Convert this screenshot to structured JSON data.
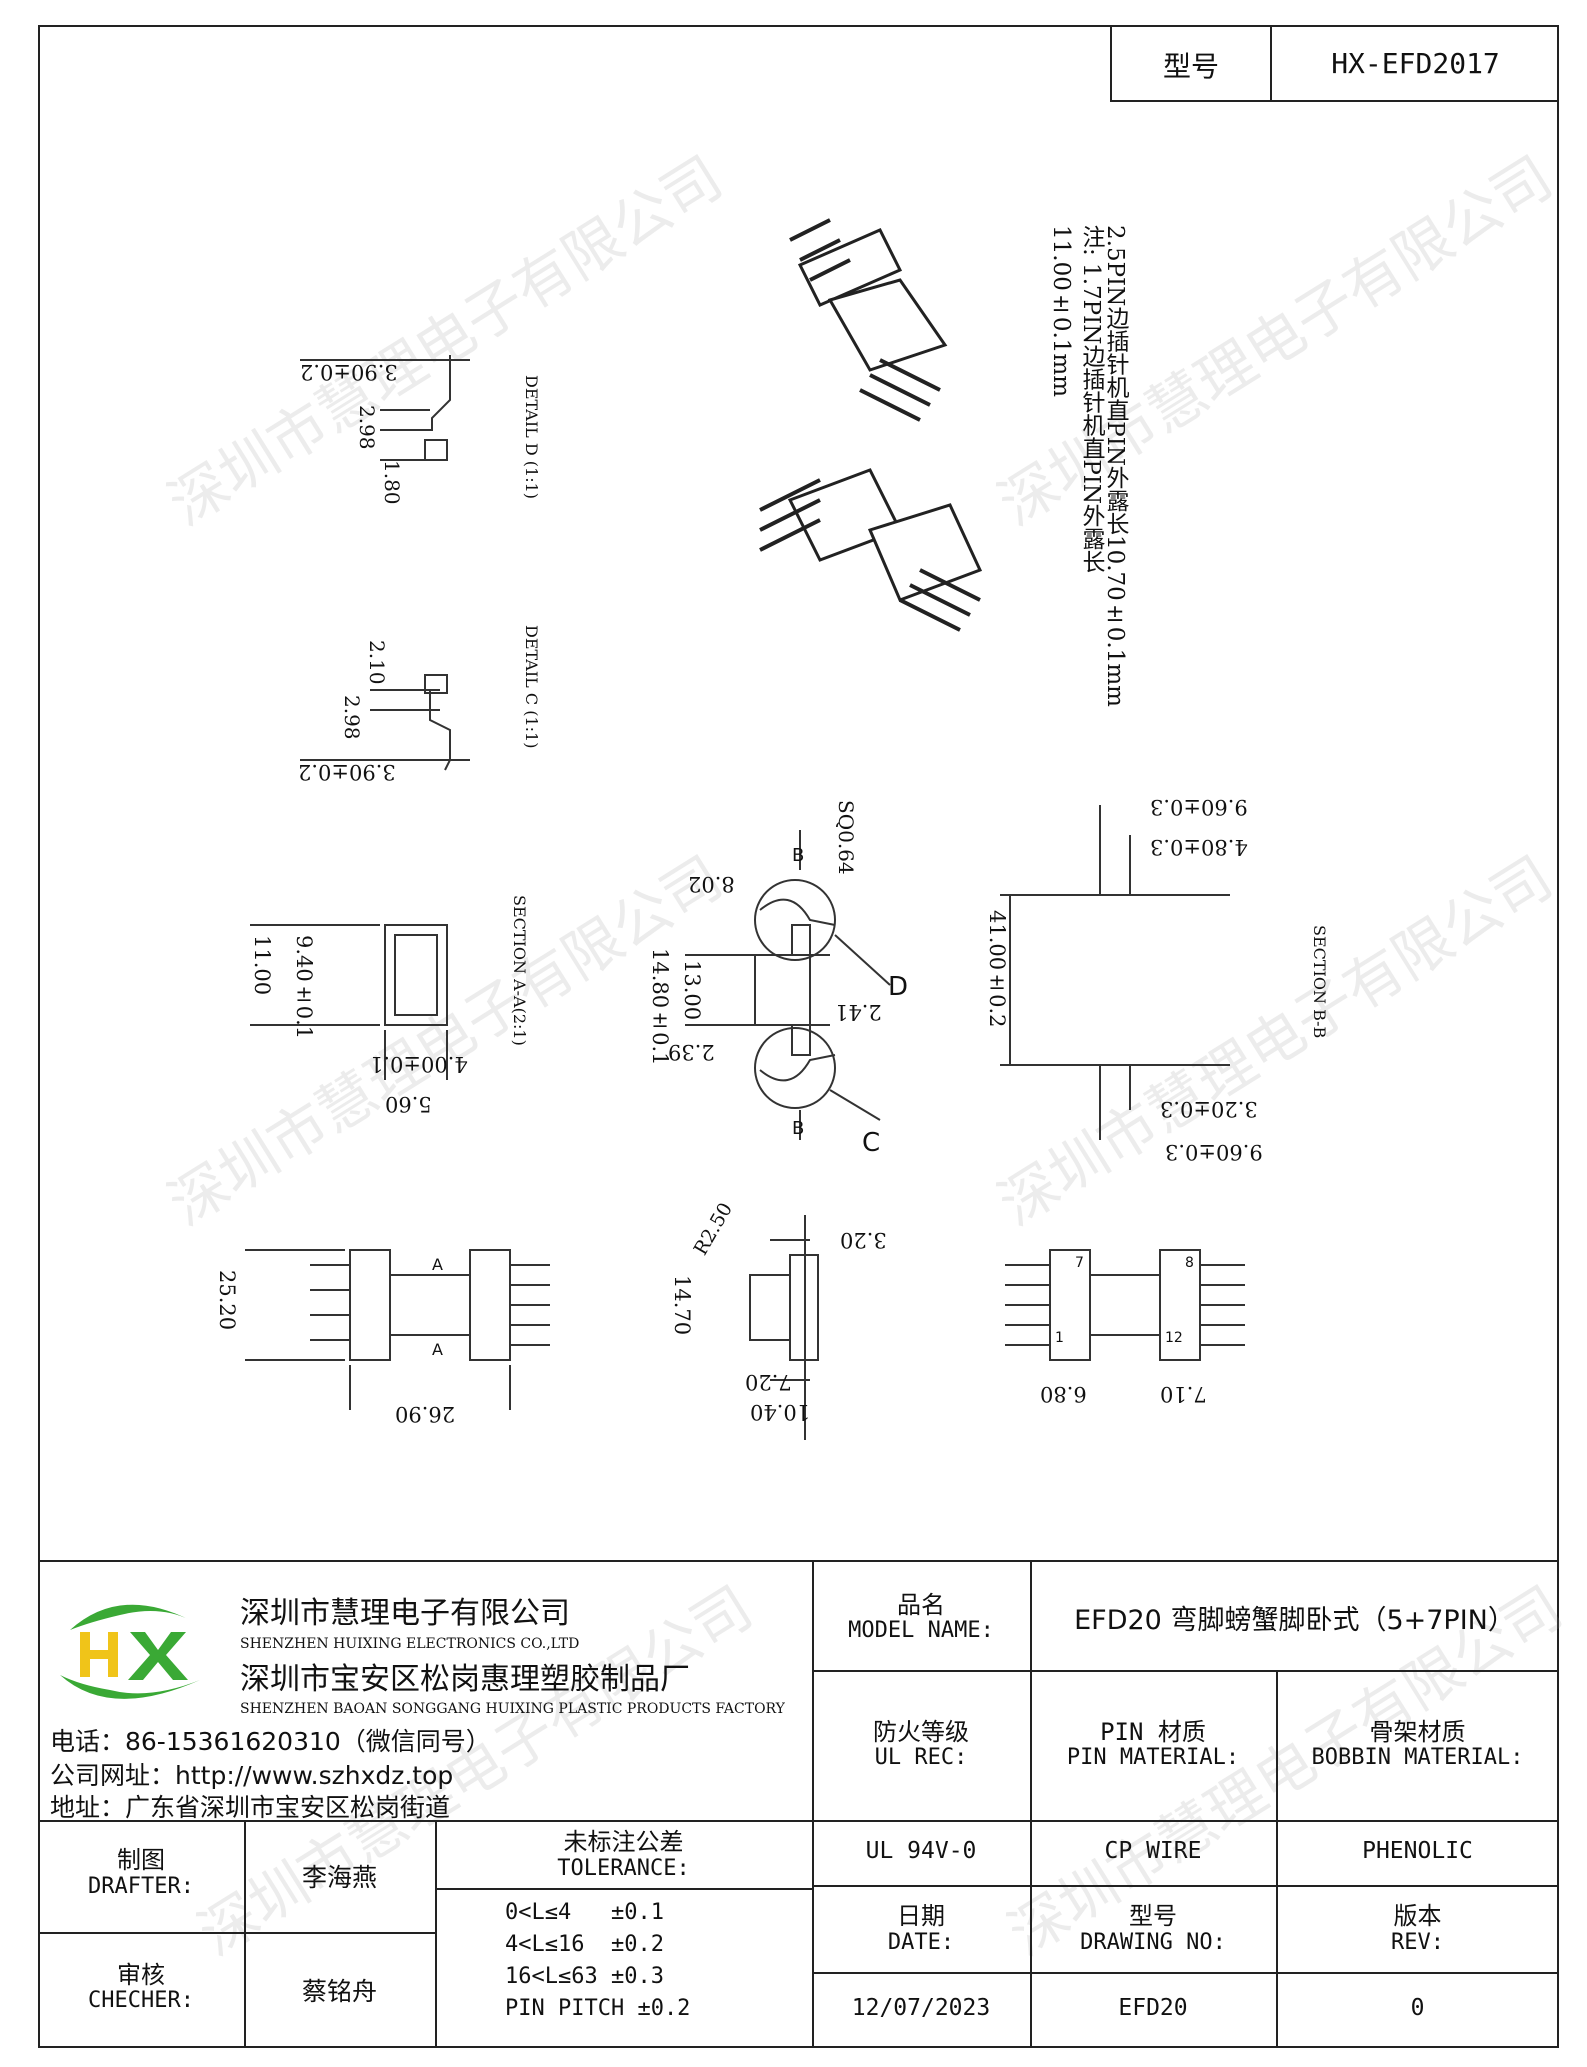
{
  "header": {
    "model_label": "型号",
    "model_value": "HX-EFD2017"
  },
  "drawing": {
    "watermark": "深圳市慧理电子有限公司",
    "notes": [
      "注: 1.7PIN边插针机直PIN外露长11.00±0.1mm",
      "2.5PIN边插针机直PIN外露长10.70±0.1mm"
    ],
    "detail_d": {
      "title": "DETAIL D (1:1)",
      "dims": [
        "3.90±0.2",
        "2.98",
        "1.80"
      ]
    },
    "detail_c": {
      "title": "DETAIL C (1:1)",
      "dims": [
        "2.10",
        "2.98",
        "3.90±0.2"
      ]
    },
    "section_aa": {
      "title": "SECTION A-A(2:1)",
      "dims": [
        "11.00",
        "9.40±0.1",
        "4.00±0.1",
        "5.60"
      ]
    },
    "center_view": {
      "dims": [
        "8.02",
        "SQ0.64",
        "14.80±0.1",
        "13.00",
        "2.41",
        "2.39"
      ],
      "labels": [
        "B",
        "B",
        "D",
        "C"
      ]
    },
    "section_bb": {
      "title": "SECTION B-B",
      "dims": [
        "9.60±0.3",
        "4.80±0.3",
        "41.00±0.2",
        "3.20±0.3",
        "9.60±0.3"
      ]
    },
    "bottom_left": {
      "dims": [
        "25.20",
        "26.90"
      ],
      "labels": [
        "A",
        "A"
      ]
    },
    "bottom_mid": {
      "dims": [
        "R2.50",
        "3.20",
        "14.70",
        "7.20",
        "10.40"
      ]
    },
    "bottom_right": {
      "dims": [
        "6.80",
        "7.10"
      ],
      "labels": [
        "1",
        "7",
        "8",
        "12"
      ]
    }
  },
  "company": {
    "name_cn": "深圳市慧理电子有限公司",
    "name_en": "SHENZHEN HUIXING ELECTRONICS CO.,LTD",
    "factory_cn": "深圳市宝安区松岗惠理塑胶制品厂",
    "factory_en": "SHENZHEN BAOAN SONGGANG HUIXING PLASTIC PRODUCTS FACTORY",
    "phone": "电话：86-15361620310（微信同号）",
    "website": "公司网址：http://www.szhxdz.top",
    "address": "地址：广东省深圳市宝安区松岗街道",
    "logo_text": "HX"
  },
  "title_block": {
    "product_label_cn": "品名",
    "product_label_en": "MODEL NAME:",
    "product_value": "EFD20 弯脚螃蟹脚卧式（5+7PIN）",
    "fire_label_cn": "防火等级",
    "fire_label_en": "UL REC:",
    "pin_label_cn": "PIN 材质",
    "pin_label_en": "PIN MATERIAL:",
    "bobbin_label_cn": "骨架材质",
    "bobbin_label_en": "BOBBIN MATERIAL:",
    "fire_value": "UL 94V-0",
    "pin_value": "CP WIRE",
    "bobbin_value": "PHENOLIC",
    "date_label_cn": "日期",
    "date_label_en": "DATE:",
    "drawing_label_cn": "型号",
    "drawing_label_en": "DRAWING NO:",
    "rev_label_cn": "版本",
    "rev_label_en": "REV:",
    "date_value": "12/07/2023",
    "drawing_value": "EFD20",
    "rev_value": "0",
    "drafter_label_cn": "制图",
    "drafter_label_en": "DRAFTER:",
    "drafter_value": "李海燕",
    "checker_label_cn": "审核",
    "checker_label_en": "CHECHER:",
    "checker_value": "蔡铭舟",
    "tolerance_label_cn": "未标注公差",
    "tolerance_label_en": "TOLERANCE:",
    "tolerances": [
      "0<L≤4   ±0.1",
      "4<L≤16  ±0.2",
      "16<L≤63 ±0.3",
      "PIN PITCH ±0.2"
    ]
  },
  "colors": {
    "logo_green": "#3aa935",
    "logo_yellow": "#f0c419",
    "line": "#222222"
  }
}
